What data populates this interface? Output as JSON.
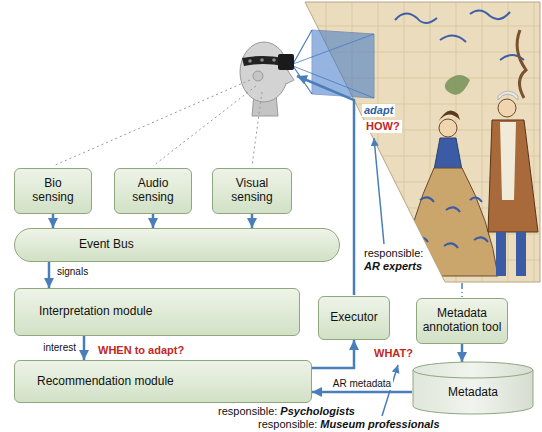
{
  "diagram": {
    "nodes": [
      {
        "text": [
          "Bio sensing"
        ]
      },
      {
        "text": [
          "Audio sensing"
        ]
      },
      {
        "text": [
          "Visual sensing"
        ]
      },
      {
        "text": [
          "Event Bus"
        ]
      },
      {
        "text": [
          "Interpretation module"
        ]
      },
      {
        "text": [
          "Recommendation module"
        ]
      },
      {
        "text": [
          "Executor"
        ]
      },
      {
        "text": [
          "Metadata annotation tool"
        ]
      },
      {
        "text": [
          "Metadata"
        ]
      }
    ],
    "edges": [
      {
        "from": 0,
        "to": 3,
        "arrow": "to"
      },
      {
        "from": 1,
        "to": 3,
        "arrow": "to"
      },
      {
        "from": 2,
        "to": 3,
        "arrow": "to"
      },
      {
        "from": 3,
        "to": 4,
        "label": "signals",
        "arrow": "to"
      },
      {
        "from": 4,
        "to": 5,
        "label": "interest",
        "arrow": "to"
      },
      {
        "from": 5,
        "to": 6,
        "arrow": "to"
      },
      {
        "from": 8,
        "to": 5,
        "label": "AR metadata",
        "arrow": "to"
      },
      {
        "from": 7,
        "to": 8,
        "arrow": "to"
      }
    ],
    "labels": [
      "adapt",
      "HOW?",
      "responsible:",
      "AR experts",
      "WHEN to adapt?",
      "WHAT?",
      "responsible:",
      "Psychologists",
      "responsible:",
      "Museum professionals"
    ]
  }
}
